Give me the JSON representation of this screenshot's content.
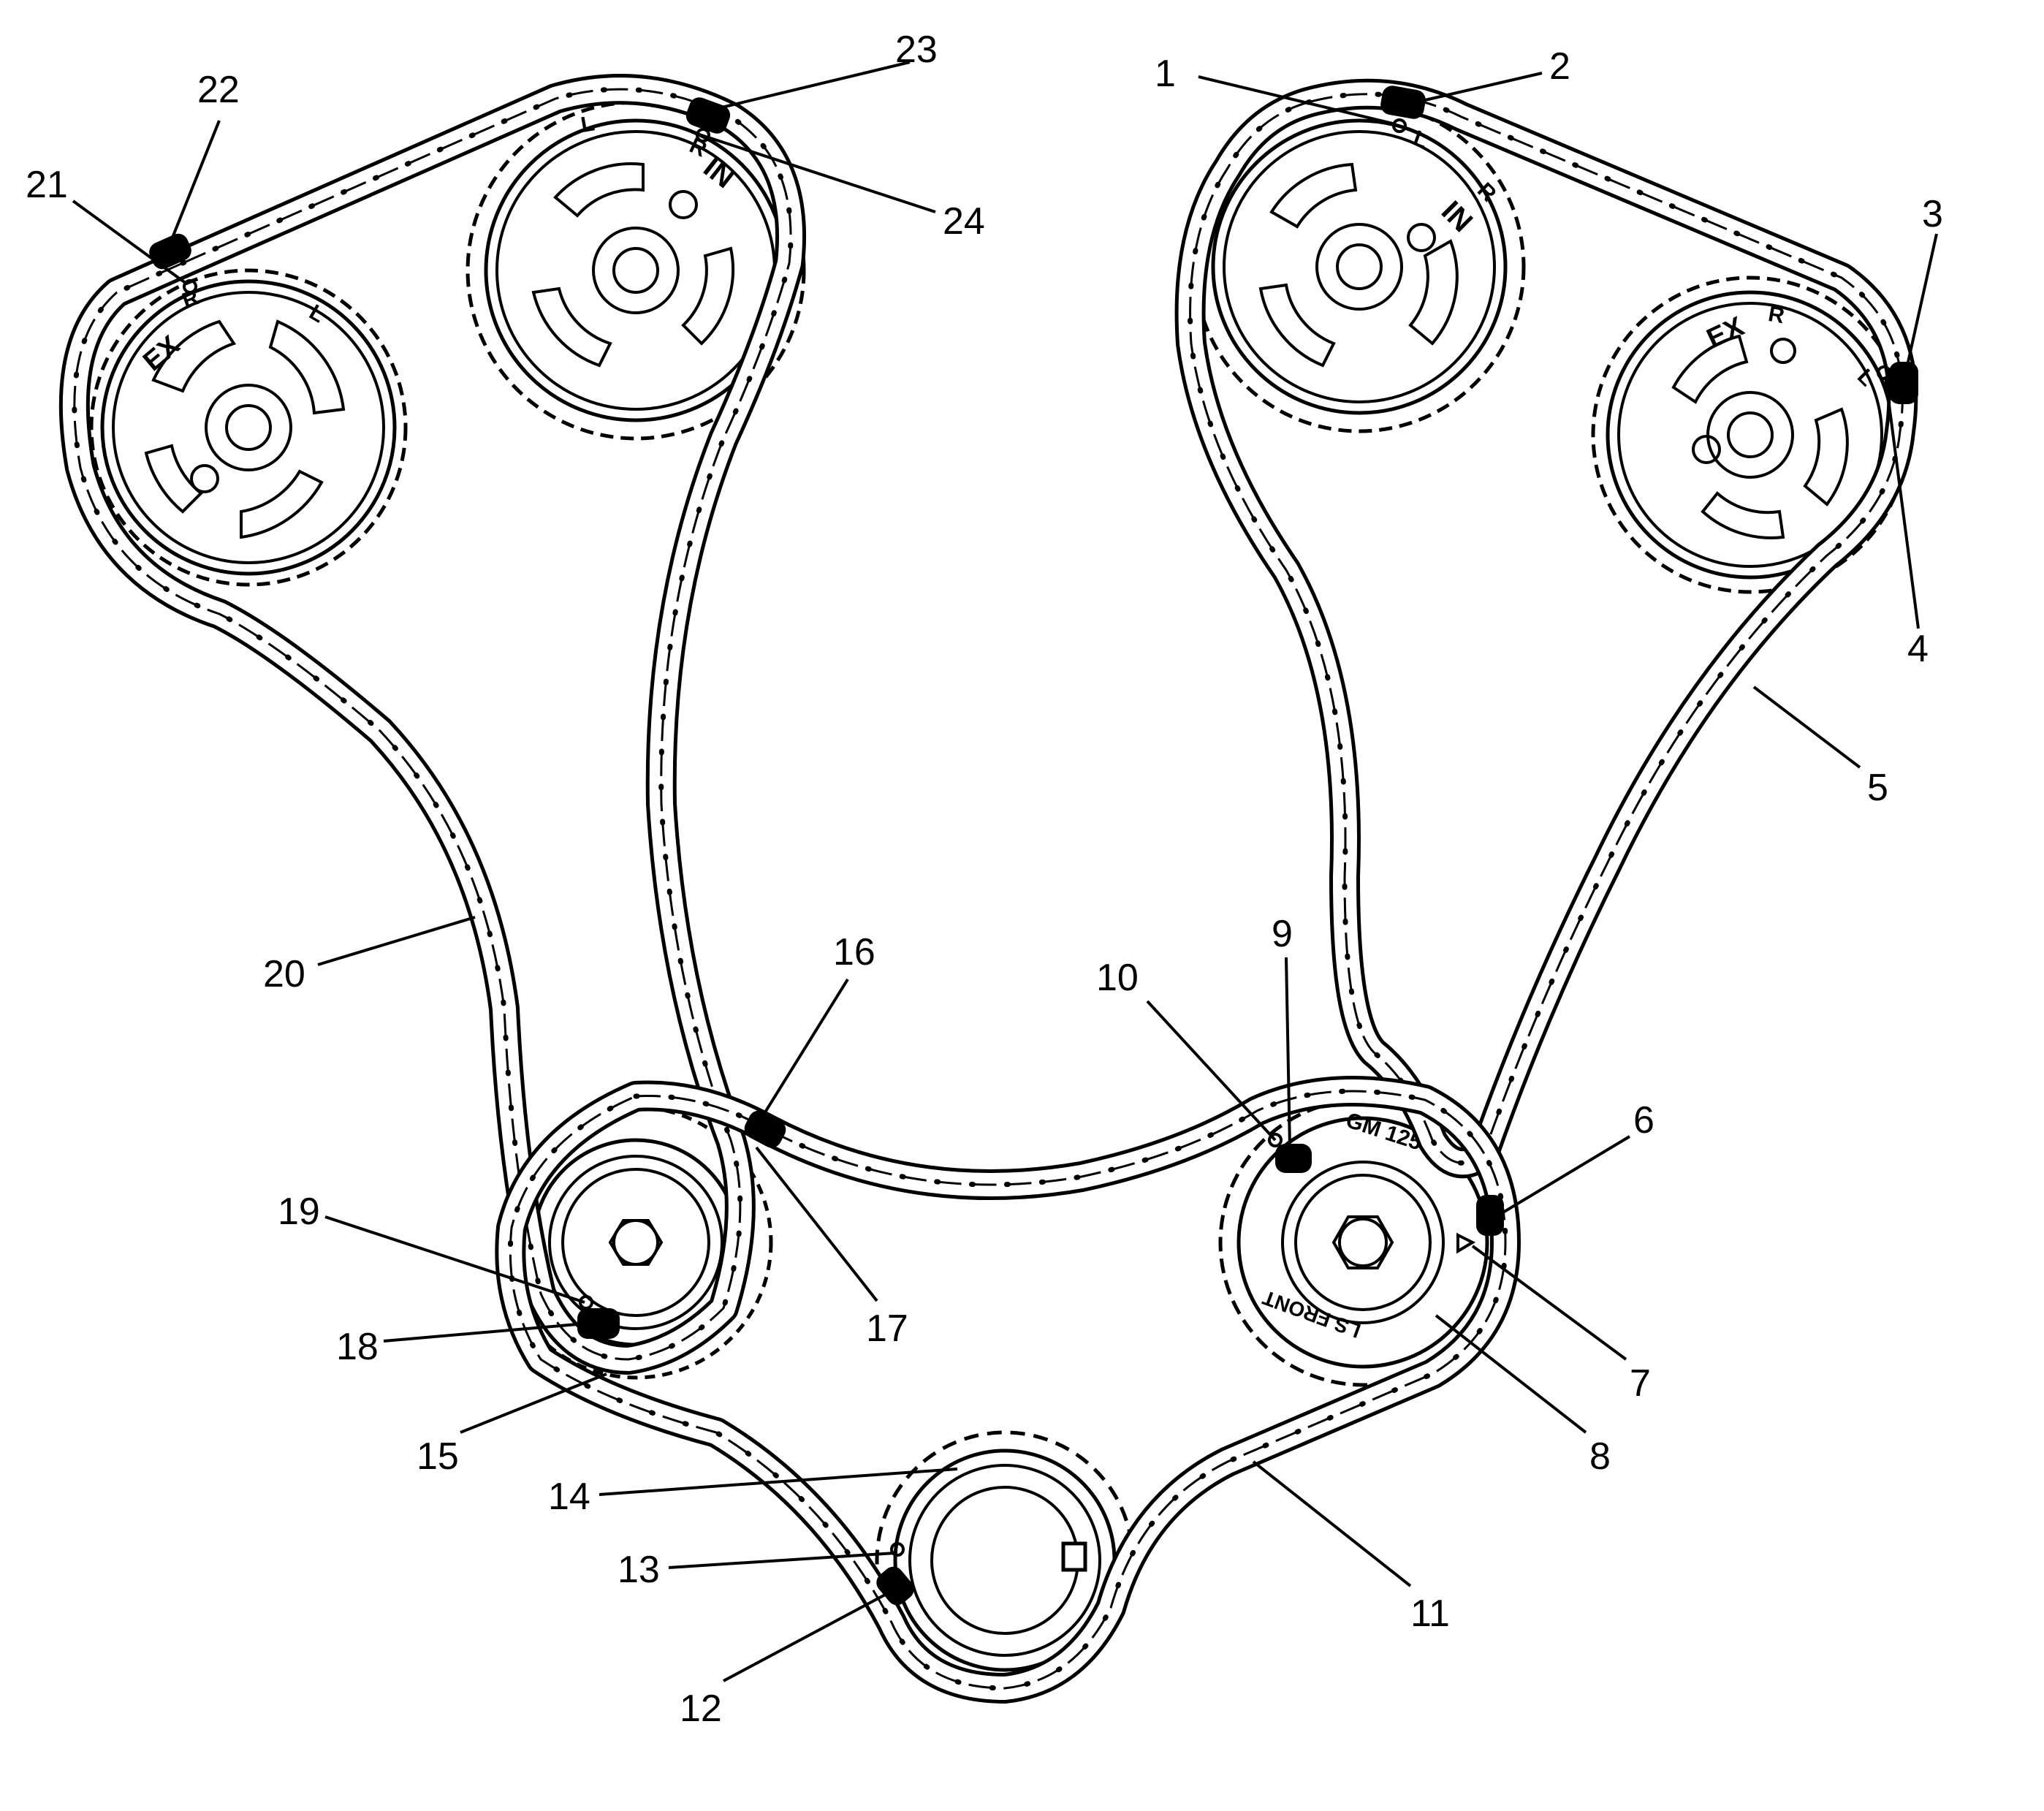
{
  "callouts": [
    {
      "id": "c1",
      "label": "1"
    },
    {
      "id": "c2",
      "label": "2"
    },
    {
      "id": "c3",
      "label": "3"
    },
    {
      "id": "c4",
      "label": "4"
    },
    {
      "id": "c5",
      "label": "5"
    },
    {
      "id": "c6",
      "label": "6"
    },
    {
      "id": "c7",
      "label": "7"
    },
    {
      "id": "c8",
      "label": "8"
    },
    {
      "id": "c9",
      "label": "9"
    },
    {
      "id": "c10",
      "label": "10"
    },
    {
      "id": "c11",
      "label": "11"
    },
    {
      "id": "c12",
      "label": "12"
    },
    {
      "id": "c13",
      "label": "13"
    },
    {
      "id": "c14",
      "label": "14"
    },
    {
      "id": "c15",
      "label": "15"
    },
    {
      "id": "c16",
      "label": "16"
    },
    {
      "id": "c17",
      "label": "17"
    },
    {
      "id": "c18",
      "label": "18"
    },
    {
      "id": "c19",
      "label": "19"
    },
    {
      "id": "c20",
      "label": "20"
    },
    {
      "id": "c21",
      "label": "21"
    },
    {
      "id": "c22",
      "label": "22"
    },
    {
      "id": "c23",
      "label": "23"
    },
    {
      "id": "c24",
      "label": "24"
    }
  ],
  "sprocket_marks": {
    "left_exhaust": {
      "ex": "EX",
      "r": "R",
      "l": "L"
    },
    "left_intake": {
      "in": "IN",
      "r": "R",
      "l": "L"
    },
    "right_intake": {
      "in": "IN",
      "r": "R",
      "l": "L"
    },
    "right_exhaust": {
      "ex": "EX",
      "r": "R",
      "l": "L"
    },
    "idler_part_number": "GM 12590029",
    "idler_front": "LS FRONT"
  }
}
